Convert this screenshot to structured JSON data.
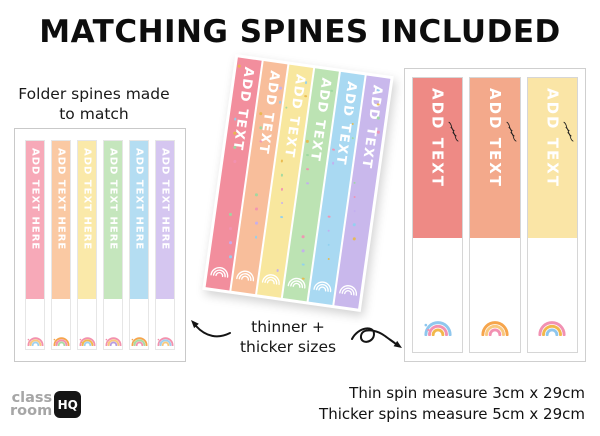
{
  "title": "MATCHING SPINES INCLUDED",
  "left_caption": {
    "line1": "Folder spines made",
    "line2": "to match"
  },
  "thin_spines": {
    "spines": [
      {
        "label": "ADD TEXT HERE",
        "color": "#f7a9b8",
        "rainbow": [
          "#f391ad",
          "#f9c87e",
          "#9ed0ef"
        ]
      },
      {
        "label": "ADD TEXT HERE",
        "color": "#fac9a3",
        "rainbow": [
          "#f6a54c",
          "#f391ad",
          "#a8dba4"
        ]
      },
      {
        "label": "ADD TEXT HERE",
        "color": "#fae9a9",
        "rainbow": [
          "#f391ad",
          "#f2b84b",
          "#9ed0ef"
        ]
      },
      {
        "label": "ADD TEXT HERE",
        "color": "#c5e6bd",
        "rainbow": [
          "#f391ad",
          "#f9c87e",
          "#b79ce0"
        ]
      },
      {
        "label": "ADD TEXT HERE",
        "color": "#b4ddf2",
        "rainbow": [
          "#f6a54c",
          "#a8dba4",
          "#f391ad"
        ]
      },
      {
        "label": "ADD TEXT HERE",
        "color": "#d5c6f0",
        "rainbow": [
          "#f391ad",
          "#9ed0ef",
          "#f9c87e"
        ]
      }
    ]
  },
  "wide_sheet": {
    "rainbow_outline_color": "#ffffff",
    "confetti_colors": [
      "#e8b84b",
      "#f291b2",
      "#8fd0f0",
      "#9cd9a0",
      "#c3aef0"
    ],
    "spines": [
      {
        "label": "ADD TEXT",
        "color": "#f28e9d"
      },
      {
        "label": "ADD TEXT",
        "color": "#f8be9b"
      },
      {
        "label": "ADD TEXT",
        "color": "#f8e79e"
      },
      {
        "label": "ADD TEXT",
        "color": "#bce3b3"
      },
      {
        "label": "ADD TEXT",
        "color": "#a9d9f2"
      },
      {
        "label": "ADD TEXT",
        "color": "#c9b8ec"
      }
    ]
  },
  "thick_spines": {
    "spines": [
      {
        "label": "ADD TEXT",
        "color": "#ee8a85",
        "rainbow": [
          "#8fc7ee",
          "#f291b2",
          "#f2b84b"
        ]
      },
      {
        "label": "ADD TEXT",
        "color": "#f3a98b",
        "rainbow": [
          "#f6a54c",
          "#f9c87e",
          "#f291b2"
        ]
      },
      {
        "label": "ADD TEXT",
        "color": "#fae5a6",
        "rainbow": [
          "#f291b2",
          "#f2b84b",
          "#8fc7ee"
        ]
      }
    ]
  },
  "size_note": {
    "line1": "thinner +",
    "line2": "thicker sizes"
  },
  "measurements": {
    "thin": "Thin spin measure 3cm x 29cm",
    "thick": "Thicker spins measure 5cm x 29cm"
  },
  "logo": {
    "top": "class",
    "bottom": "room",
    "badge": "HQ"
  },
  "icons": {
    "rainbow": "rainbow-icon",
    "scribble": "scribble-icon",
    "arrows": "curved-arrow-icons"
  }
}
